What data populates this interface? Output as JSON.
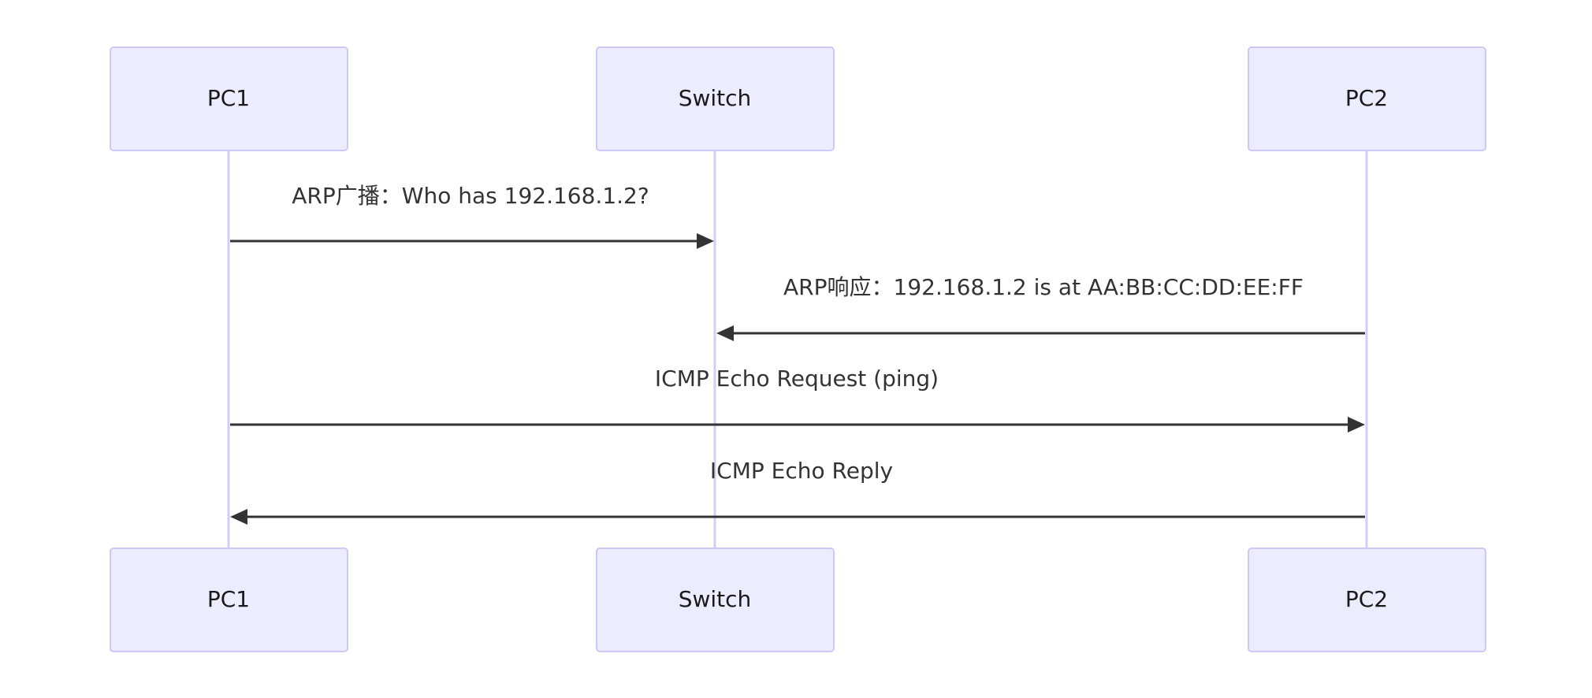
{
  "diagram": {
    "type": "sequence",
    "participants": [
      {
        "id": "pc1",
        "label": "PC1"
      },
      {
        "id": "switch",
        "label": "Switch"
      },
      {
        "id": "pc2",
        "label": "PC2"
      }
    ],
    "messages": [
      {
        "from": "pc1",
        "to": "switch",
        "label": "ARP广播：Who has 192.168.1.2?"
      },
      {
        "from": "pc2",
        "to": "switch",
        "label": "ARP响应：192.168.1.2 is at AA:BB:CC:DD:EE:FF"
      },
      {
        "from": "pc1",
        "to": "pc2",
        "label": "ICMP Echo Request (ping)"
      },
      {
        "from": "pc2",
        "to": "pc1",
        "label": "ICMP Echo Reply"
      }
    ],
    "colors": {
      "actor_fill": "#ececff",
      "actor_border": "#cfc8f5",
      "lifeline": "#d4cdf6",
      "arrow": "#333333",
      "text": "#333333"
    }
  }
}
